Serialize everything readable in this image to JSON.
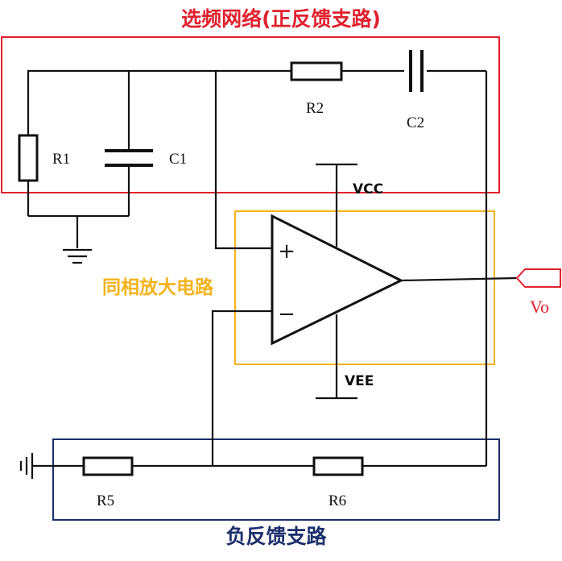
{
  "sections": {
    "selection_network": {
      "title": "选频网络(正反馈支路)",
      "color": "#e0202e"
    },
    "noninverting_amp": {
      "title": "同相放大电路",
      "color": "#f5b21a"
    },
    "negative_feedback": {
      "title": "负反馈支路",
      "color": "#1b2f6b"
    }
  },
  "components": {
    "r1": "R1",
    "c1": "C1",
    "r2": "R2",
    "c2": "C2",
    "r5": "R5",
    "r6": "R6"
  },
  "opamp": {
    "plus": "+",
    "minus": "−"
  },
  "rails": {
    "vcc": "VCC",
    "vee": "VEE"
  },
  "output": {
    "label": "Vo",
    "color": "#e0202e"
  }
}
